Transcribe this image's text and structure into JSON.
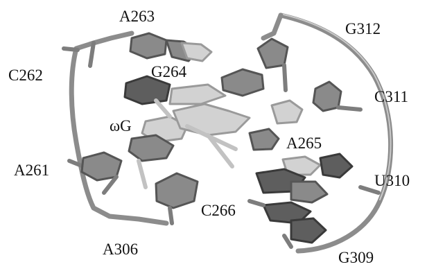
{
  "figure": {
    "labels": {
      "a263": "A263",
      "g312": "G312",
      "c262": "C262",
      "g264": "G264",
      "c311": "C311",
      "omega_g": "ωG",
      "a265": "A265",
      "a261": "A261",
      "u310": "U310",
      "c266": "C266",
      "a306": "A306",
      "g309": "G309"
    }
  }
}
